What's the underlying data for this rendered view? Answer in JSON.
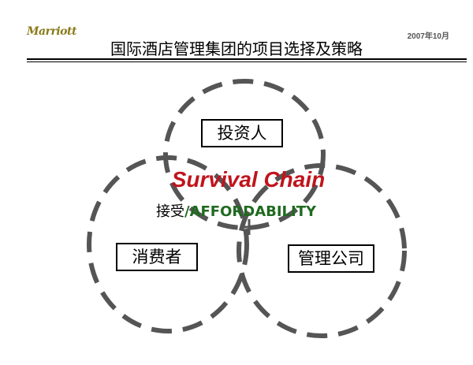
{
  "header": {
    "logo_text": "Marriott",
    "date": "2007年10月",
    "title": "国际酒店管理集团的项目选择及策略"
  },
  "diagram": {
    "circles": [
      {
        "label": "投资人"
      },
      {
        "label": "消费者"
      },
      {
        "label": "管理公司"
      }
    ],
    "center_title": "Survival Chain",
    "center_subtitle_cn": "接受",
    "center_subtitle_sep": "/",
    "center_subtitle_en": "AFFORDABILITY"
  },
  "colors": {
    "accent_red": "#c0141c",
    "accent_green": "#1f6a1f",
    "dash_gray": "#555555"
  }
}
